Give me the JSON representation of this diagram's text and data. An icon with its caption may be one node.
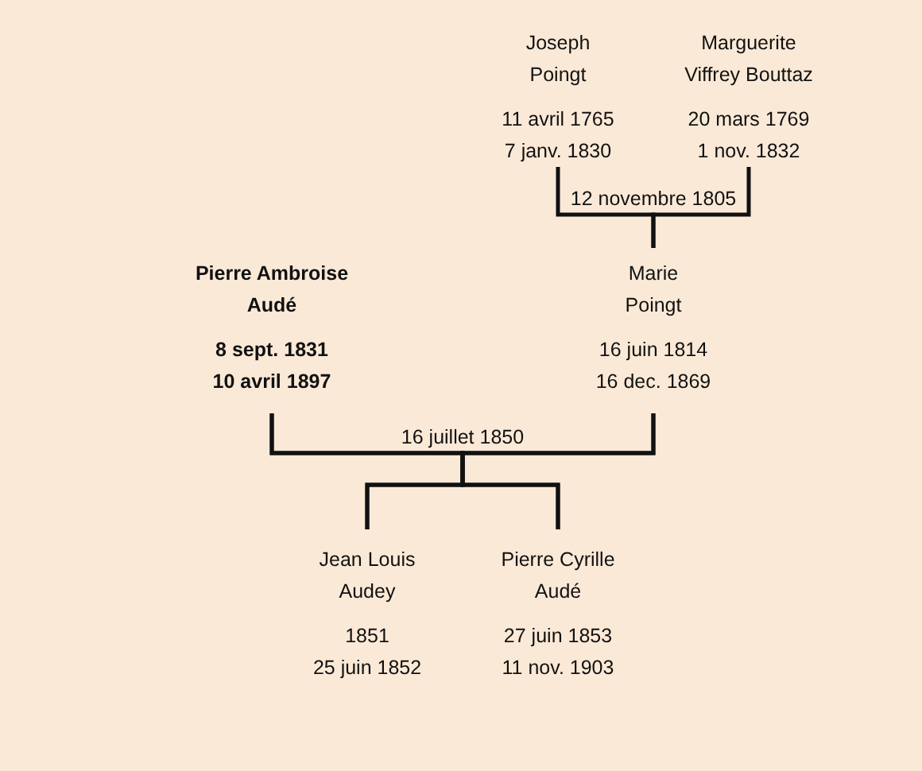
{
  "diagram": {
    "nodes": [
      {
        "text": [
          "Joseph Poingt",
          "11 avril 1765",
          "7 janv. 1830"
        ]
      },
      {
        "text": [
          "Marguerite Viffrey Bouttaz",
          "20 mars 1769",
          "1 nov. 1832"
        ]
      },
      {
        "text": [
          "Pierre Ambroise Audé",
          "8 sept. 1831",
          "10 avril 1897"
        ]
      },
      {
        "text": [
          "Marie Poingt",
          "16 juin 1814",
          "16 dec. 1869"
        ]
      },
      {
        "text": [
          "Jean Louis Audey",
          "1851",
          "25 juin 1852"
        ]
      },
      {
        "text": [
          "Pierre Cyrille Audé",
          "27 juin 1853",
          "11 nov. 1903"
        ]
      }
    ],
    "edges": [
      {
        "from": 0,
        "to": 3,
        "arrow": "none"
      },
      {
        "from": 1,
        "to": 3,
        "arrow": "none"
      },
      {
        "from": 2,
        "to": 4,
        "arrow": "none"
      },
      {
        "from": 2,
        "to": 5,
        "arrow": "none"
      },
      {
        "from": 3,
        "to": 4,
        "arrow": "none"
      },
      {
        "from": 3,
        "to": 5,
        "arrow": "none"
      }
    ],
    "labels": [
      "12 novembre 1805",
      "16 juillet 1850"
    ]
  }
}
